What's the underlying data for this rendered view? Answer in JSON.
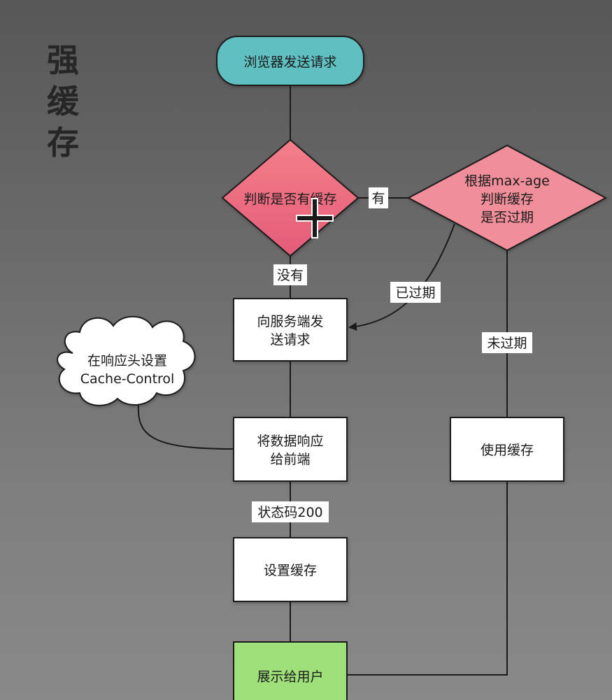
{
  "title": "强缓存",
  "colors": {
    "start_fill": "#5fbfc1",
    "decision_fill_top": "#f47f8a",
    "decision_fill_bottom": "#e45c78",
    "decision_right_fill": "#f08e9a",
    "process_fill": "#ffffff",
    "end_fill": "#9fe07a",
    "stroke": "#1a1a1a"
  },
  "nodes": {
    "start": [
      "浏览器发送请求"
    ],
    "has_cache": [
      "判断是否有缓存"
    ],
    "check_expire": [
      "根据max-age",
      "判断缓存",
      "是否过期"
    ],
    "request_server": [
      "向服务端发",
      "送请求"
    ],
    "respond": [
      "将数据响应",
      "给前端"
    ],
    "set_cache": [
      "设置缓存"
    ],
    "use_cache": [
      "使用缓存"
    ],
    "show_user": [
      "展示给用户"
    ],
    "note_header": [
      "在响应头设置",
      "Cache-Control"
    ]
  },
  "edge_labels": {
    "yes": "有",
    "no": "没有",
    "expired": "已过期",
    "not_expired": "未过期",
    "status": "状态码200"
  }
}
